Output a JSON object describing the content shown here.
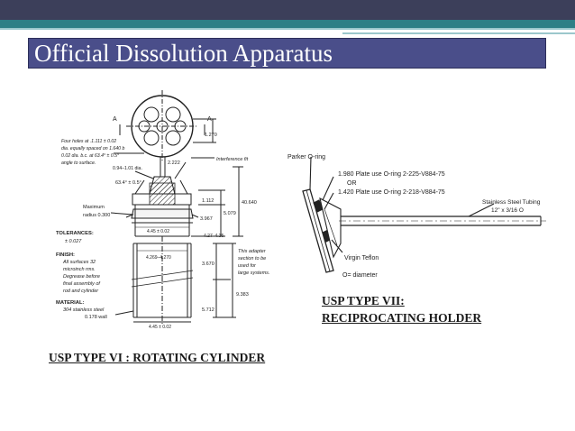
{
  "slide": {
    "title": "Official Dissolution Apparatus",
    "colors": {
      "top_band": "#3c3f5a",
      "teal_band": "#2d7f86",
      "title_bar": "#4a4e8a",
      "title_text": "#ffffff"
    }
  },
  "left_drawing": {
    "section_mark": "A",
    "notes": {
      "holes_1": "Four holes at    .1.111 ± 0.02",
      "holes_2": "dia. equally spaced on   1.640 b",
      "holes_3": "0.02    dia. b.c. at 63.4° ± 0.5°",
      "holes_4": "angle to surface.",
      "dia_range": "0.94–1.01   dia.",
      "angle": "63.4° ± 0.5°",
      "max_radius_1": "Maximum",
      "max_radius_2": "radius 0.300",
      "tolerances": "TOLERANCES:",
      "tolerance_value": "± 0.027",
      "finish": "FINISH:",
      "finish_1": "All surfaces 32",
      "finish_2": "microinch rms.",
      "finish_3": "Degrease before",
      "finish_4": "final assembly of",
      "finish_5": "rod and cylinder",
      "material": "MATERIAL:",
      "material_1": "304 stainless steel",
      "wall": "0.178 wall",
      "interference": "Interference fit",
      "adapter_1": "This adapter",
      "adapter_2": "section to be",
      "adapter_3": "used for",
      "adapter_4": "large systems."
    },
    "dims": {
      "d1270": "1.270",
      "d2222": "2.222",
      "d1112": "1.112",
      "d5079": "5.079",
      "d40640": "40.640",
      "d3967": "3.967",
      "d445a": "4.45 ± 0.02",
      "d427": "4.27–4.35",
      "d4269": "4.269–4.270",
      "d3670": "3.670",
      "d9383": "9.383",
      "d5712": "5.712",
      "d445b": "4.45 ± 0.02"
    }
  },
  "right_drawing": {
    "labels": {
      "parker": "Parker O-ring",
      "plate1": "1.980 Plate use O-ring 2-225-V884-75",
      "or": "OR",
      "plate2": "1.420 Plate use O-ring 2-218-V884-75",
      "tubing_1": "Stainless Steel Tubing",
      "tubing_2": "12\" x 3/16 O",
      "teflon": "Virgin Teflon",
      "diameter": "O= diameter"
    }
  },
  "captions": {
    "type6": "USP TYPE VI : ROTATING CYLINDER",
    "type7_line1": "USP TYPE VII:",
    "type7_line2": "RECIPROCATING HOLDER"
  }
}
